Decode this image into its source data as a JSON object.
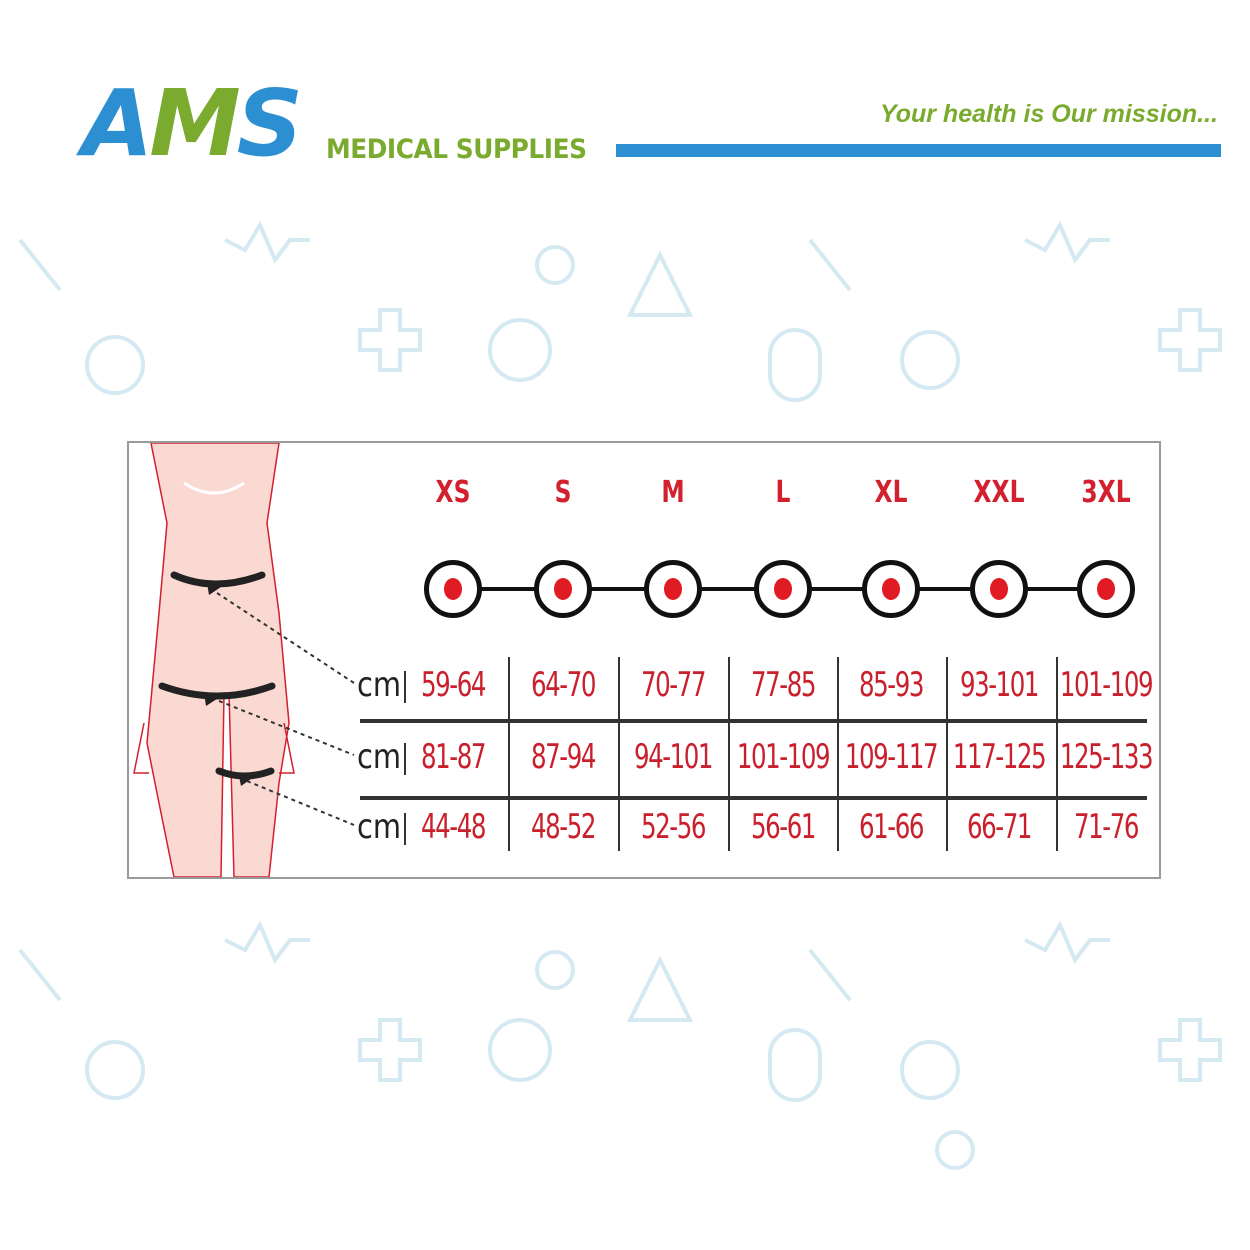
{
  "brand": {
    "logo_text": "AMS",
    "subtitle": "MEDICAL SUPPLIES",
    "tagline": "Your health is Our mission...",
    "colors": {
      "blue": "#2b8fd1",
      "green": "#7aab2e",
      "red": "#d3202e"
    }
  },
  "size_chart": {
    "sizes": [
      "XS",
      "S",
      "M",
      "L",
      "XL",
      "XXL",
      "3XL"
    ],
    "rows": [
      {
        "unit": "cm",
        "values": [
          "59-64",
          "64-70",
          "70-77",
          "77-85",
          "85-93",
          "93-101",
          "101-109"
        ]
      },
      {
        "unit": "cm",
        "values": [
          "81-87",
          "87-94",
          "94-101",
          "101-109",
          "109-117",
          "117-125",
          "125-133"
        ]
      },
      {
        "unit": "cm",
        "values": [
          "44-48",
          "48-52",
          "52-56",
          "56-61",
          "61-66",
          "66-71",
          "71-76"
        ]
      }
    ]
  }
}
